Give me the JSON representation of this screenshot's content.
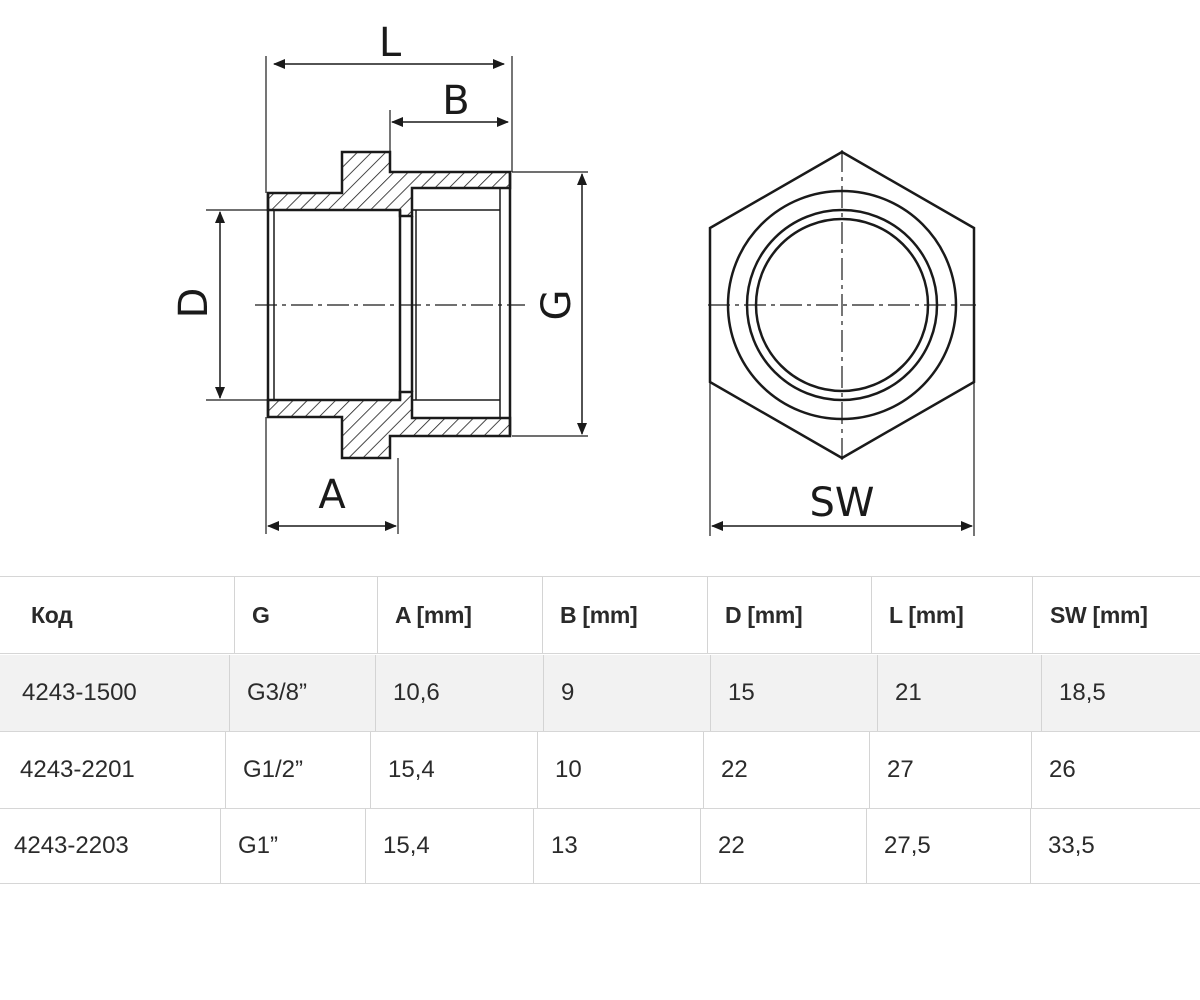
{
  "diagram": {
    "labels": {
      "L": "L",
      "B": "B",
      "D": "D",
      "G": "G",
      "A": "A",
      "SW": "SW"
    }
  },
  "table": {
    "headers": [
      "Код",
      "G",
      "A [mm]",
      "B [mm]",
      "D [mm]",
      "L [mm]",
      "SW [mm]"
    ],
    "rows": [
      [
        "4243-1500",
        "G3/8”",
        "10,6",
        "9",
        "15",
        "21",
        "18,5"
      ],
      [
        "4243-2201",
        "G1/2”",
        "15,4",
        "10",
        "22",
        "27",
        "26"
      ],
      [
        "4243-2203",
        "G1”",
        "15,4",
        "13",
        "22",
        "27,5",
        "33,5"
      ]
    ]
  },
  "colors": {
    "line": "#1a1a1a",
    "row_highlight": "#f2f2f2",
    "grid": "#d6d6d6"
  }
}
